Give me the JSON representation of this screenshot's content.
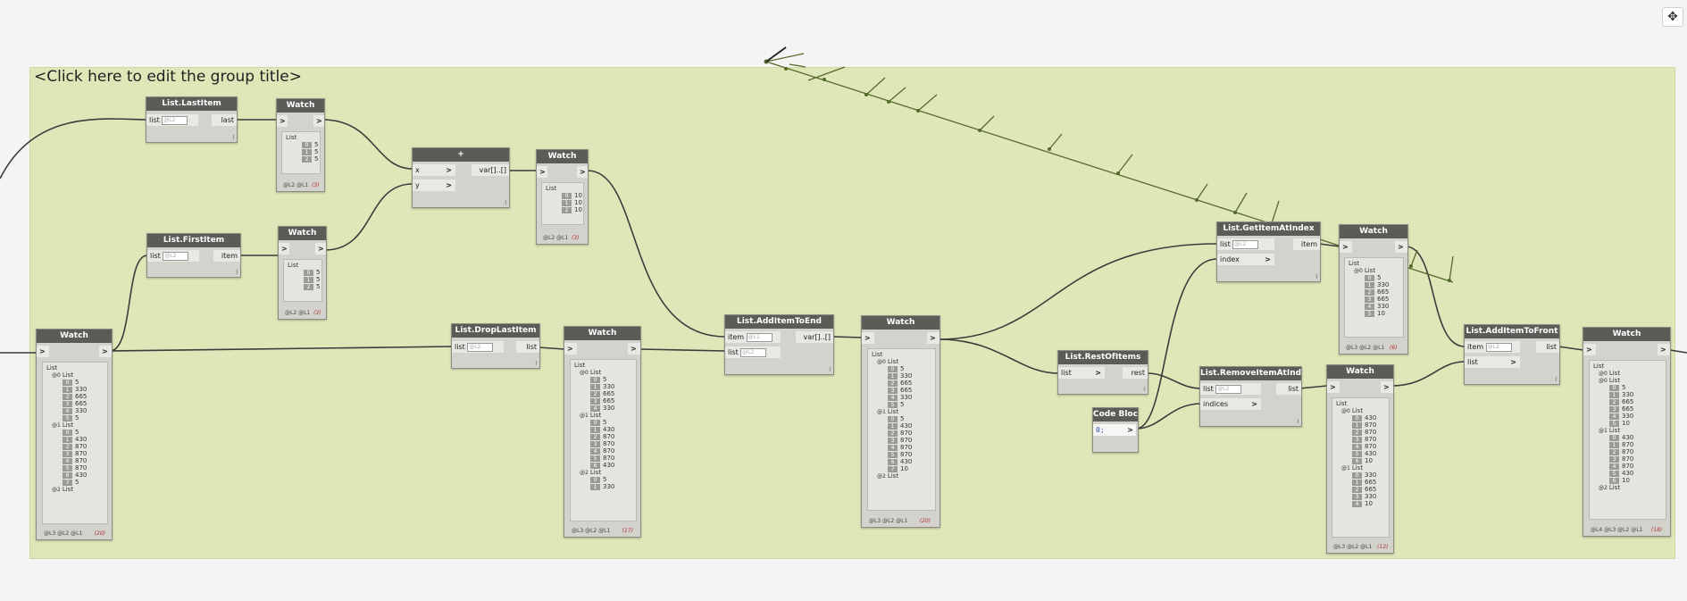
{
  "group": {
    "title": "<Click here to edit the group title>"
  },
  "zoom_control": {
    "icon": "move-icon"
  },
  "nodes": {
    "last_item": {
      "title": "List.LastItem",
      "in": [
        "list"
      ],
      "out": [
        "last"
      ],
      "lacing": "l"
    },
    "first_item": {
      "title": "List.FirstItem",
      "in": [
        "list"
      ],
      "out": [
        "item"
      ],
      "lacing": "l"
    },
    "add": {
      "title": "+",
      "in": [
        "x",
        "y"
      ],
      "out": [
        "var[]..[]"
      ],
      "lacing": "l"
    },
    "drop_last": {
      "title": "List.DropLastItem",
      "in": [
        "list"
      ],
      "out": [
        "list"
      ],
      "lacing": "l"
    },
    "add_to_end": {
      "title": "List.AddItemToEnd",
      "in": [
        "item",
        "list"
      ],
      "out": [
        "var[]..[]"
      ],
      "lacing": "l"
    },
    "get_at": {
      "title": "List.GetItemAtIndex",
      "in": [
        "list",
        "index"
      ],
      "out": [
        "item"
      ],
      "lacing": "l"
    },
    "rest_of": {
      "title": "List.RestOfItems",
      "in": [
        "list"
      ],
      "out": [
        "rest"
      ],
      "lacing": "l"
    },
    "code_block": {
      "title": "Code Block",
      "code": "0;"
    },
    "remove_at": {
      "title": "List.RemoveItemAtIndex",
      "in": [
        "list",
        "indices"
      ],
      "out": [
        "list"
      ],
      "lacing": "l"
    },
    "add_to_front": {
      "title": "List.AddItemToFront",
      "in": [
        "item",
        "list"
      ],
      "out": [
        "list"
      ],
      "lacing": "l"
    }
  },
  "watches": {
    "w_main": {
      "title": "Watch",
      "levels": "@L3 @L2 @L1",
      "count": "(20)"
    },
    "w_last": {
      "title": "Watch",
      "levels": "@L2 @L1",
      "count": "(3)"
    },
    "w_first": {
      "title": "Watch",
      "levels": "@L2 @L1",
      "count": "(3)"
    },
    "w_add": {
      "title": "Watch",
      "levels": "@L2 @L1",
      "count": "(3)"
    },
    "w_drop": {
      "title": "Watch",
      "levels": "@L3 @L2 @L1",
      "count": "(17)"
    },
    "w_end": {
      "title": "Watch",
      "levels": "@L3 @L2 @L1",
      "count": "(20)"
    },
    "w_get": {
      "title": "Watch",
      "levels": "@L3 @L2 @L1",
      "count": "(6)"
    },
    "w_remove": {
      "title": "Watch",
      "levels": "@L3 @L2 @L1",
      "count": "(12)"
    },
    "w_front": {
      "title": "Watch",
      "levels": "@L4 @L3 @L2 @L1",
      "count": "(18)"
    }
  },
  "watch_rows": {
    "w_main": [
      [
        "",
        "List"
      ],
      [
        "@0",
        "List"
      ],
      [
        "0",
        "5"
      ],
      [
        "1",
        "330"
      ],
      [
        "2",
        "665"
      ],
      [
        "3",
        "665"
      ],
      [
        "4",
        "330"
      ],
      [
        "5",
        "5"
      ],
      [
        "@1",
        "List"
      ],
      [
        "0",
        "5"
      ],
      [
        "1",
        "430"
      ],
      [
        "2",
        "870"
      ],
      [
        "3",
        "870"
      ],
      [
        "4",
        "870"
      ],
      [
        "5",
        "870"
      ],
      [
        "6",
        "430"
      ],
      [
        "7",
        "5"
      ],
      [
        "@2",
        "List"
      ]
    ],
    "w_last": [
      [
        "",
        "List"
      ],
      [
        "0",
        "5"
      ],
      [
        "1",
        "5"
      ],
      [
        "2",
        "5"
      ]
    ],
    "w_first": [
      [
        "",
        "List"
      ],
      [
        "0",
        "5"
      ],
      [
        "1",
        "5"
      ],
      [
        "2",
        "5"
      ]
    ],
    "w_add": [
      [
        "",
        "List"
      ],
      [
        "0",
        "10"
      ],
      [
        "1",
        "10"
      ],
      [
        "2",
        "10"
      ]
    ],
    "w_drop": [
      [
        "",
        "List"
      ],
      [
        "@0",
        "List"
      ],
      [
        "0",
        "5"
      ],
      [
        "1",
        "330"
      ],
      [
        "2",
        "665"
      ],
      [
        "3",
        "665"
      ],
      [
        "4",
        "330"
      ],
      [
        "@1",
        "List"
      ],
      [
        "0",
        "5"
      ],
      [
        "1",
        "430"
      ],
      [
        "2",
        "870"
      ],
      [
        "3",
        "870"
      ],
      [
        "4",
        "870"
      ],
      [
        "5",
        "870"
      ],
      [
        "6",
        "430"
      ],
      [
        "@2",
        "List"
      ],
      [
        "0",
        "5"
      ],
      [
        "1",
        "330"
      ]
    ],
    "w_end": [
      [
        "",
        "List"
      ],
      [
        "@0",
        "List"
      ],
      [
        "0",
        "5"
      ],
      [
        "1",
        "330"
      ],
      [
        "2",
        "665"
      ],
      [
        "3",
        "665"
      ],
      [
        "4",
        "330"
      ],
      [
        "5",
        "5"
      ],
      [
        "@1",
        "List"
      ],
      [
        "0",
        "5"
      ],
      [
        "1",
        "430"
      ],
      [
        "2",
        "870"
      ],
      [
        "3",
        "870"
      ],
      [
        "4",
        "870"
      ],
      [
        "5",
        "870"
      ],
      [
        "6",
        "430"
      ],
      [
        "7",
        "10"
      ],
      [
        "@2",
        "List"
      ]
    ],
    "w_get": [
      [
        "",
        "List"
      ],
      [
        "@0",
        "List"
      ],
      [
        "0",
        "5"
      ],
      [
        "1",
        "330"
      ],
      [
        "2",
        "665"
      ],
      [
        "3",
        "665"
      ],
      [
        "4",
        "330"
      ],
      [
        "5",
        "10"
      ]
    ],
    "w_remove": [
      [
        "",
        "List"
      ],
      [
        "@0",
        "List"
      ],
      [
        "0",
        "430"
      ],
      [
        "1",
        "870"
      ],
      [
        "2",
        "870"
      ],
      [
        "3",
        "870"
      ],
      [
        "4",
        "870"
      ],
      [
        "5",
        "430"
      ],
      [
        "6",
        "10"
      ],
      [
        "@1",
        "List"
      ],
      [
        "0",
        "330"
      ],
      [
        "1",
        "665"
      ],
      [
        "2",
        "665"
      ],
      [
        "3",
        "330"
      ],
      [
        "4",
        "10"
      ]
    ],
    "w_front": [
      [
        "",
        "List"
      ],
      [
        "@0",
        "List"
      ],
      [
        "@0",
        "List"
      ],
      [
        "0",
        "5"
      ],
      [
        "1",
        "330"
      ],
      [
        "2",
        "665"
      ],
      [
        "3",
        "665"
      ],
      [
        "4",
        "330"
      ],
      [
        "5",
        "10"
      ],
      [
        "@1",
        "List"
      ],
      [
        "0",
        "430"
      ],
      [
        "1",
        "870"
      ],
      [
        "2",
        "870"
      ],
      [
        "3",
        "870"
      ],
      [
        "4",
        "870"
      ],
      [
        "5",
        "430"
      ],
      [
        "6",
        "10"
      ],
      [
        "@2",
        "List"
      ]
    ]
  }
}
